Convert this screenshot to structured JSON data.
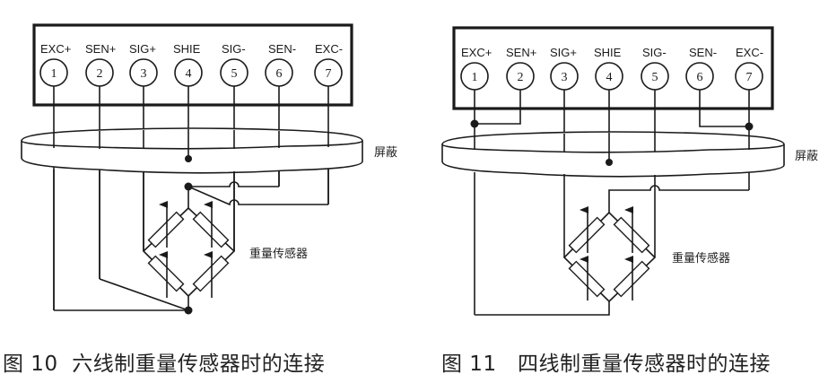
{
  "figures": [
    {
      "id": "fig10",
      "caption": "图 10  六线制重量传感器时的连接",
      "terminals": [
        {
          "label": "EXC+",
          "number": "1"
        },
        {
          "label": "SEN+",
          "number": "2"
        },
        {
          "label": "SIG+",
          "number": "3"
        },
        {
          "label": "SHIE",
          "number": "4"
        },
        {
          "label": "SIG-",
          "number": "5"
        },
        {
          "label": "SEN-",
          "number": "6"
        },
        {
          "label": "EXC-",
          "number": "7"
        }
      ],
      "shield_label": "屏蔽",
      "sensor_label": "重量传感器",
      "wiring": "six-wire"
    },
    {
      "id": "fig11",
      "caption": "图 11   四线制重量传感器时的连接",
      "terminals": [
        {
          "label": "EXC+",
          "number": "1"
        },
        {
          "label": "SEN+",
          "number": "2"
        },
        {
          "label": "SIG+",
          "number": "3"
        },
        {
          "label": "SHIE",
          "number": "4"
        },
        {
          "label": "SIG-",
          "number": "5"
        },
        {
          "label": "SEN-",
          "number": "6"
        },
        {
          "label": "EXC-",
          "number": "7"
        }
      ],
      "shield_label": "屏蔽",
      "sensor_label": "重量传感器",
      "wiring": "four-wire"
    }
  ]
}
